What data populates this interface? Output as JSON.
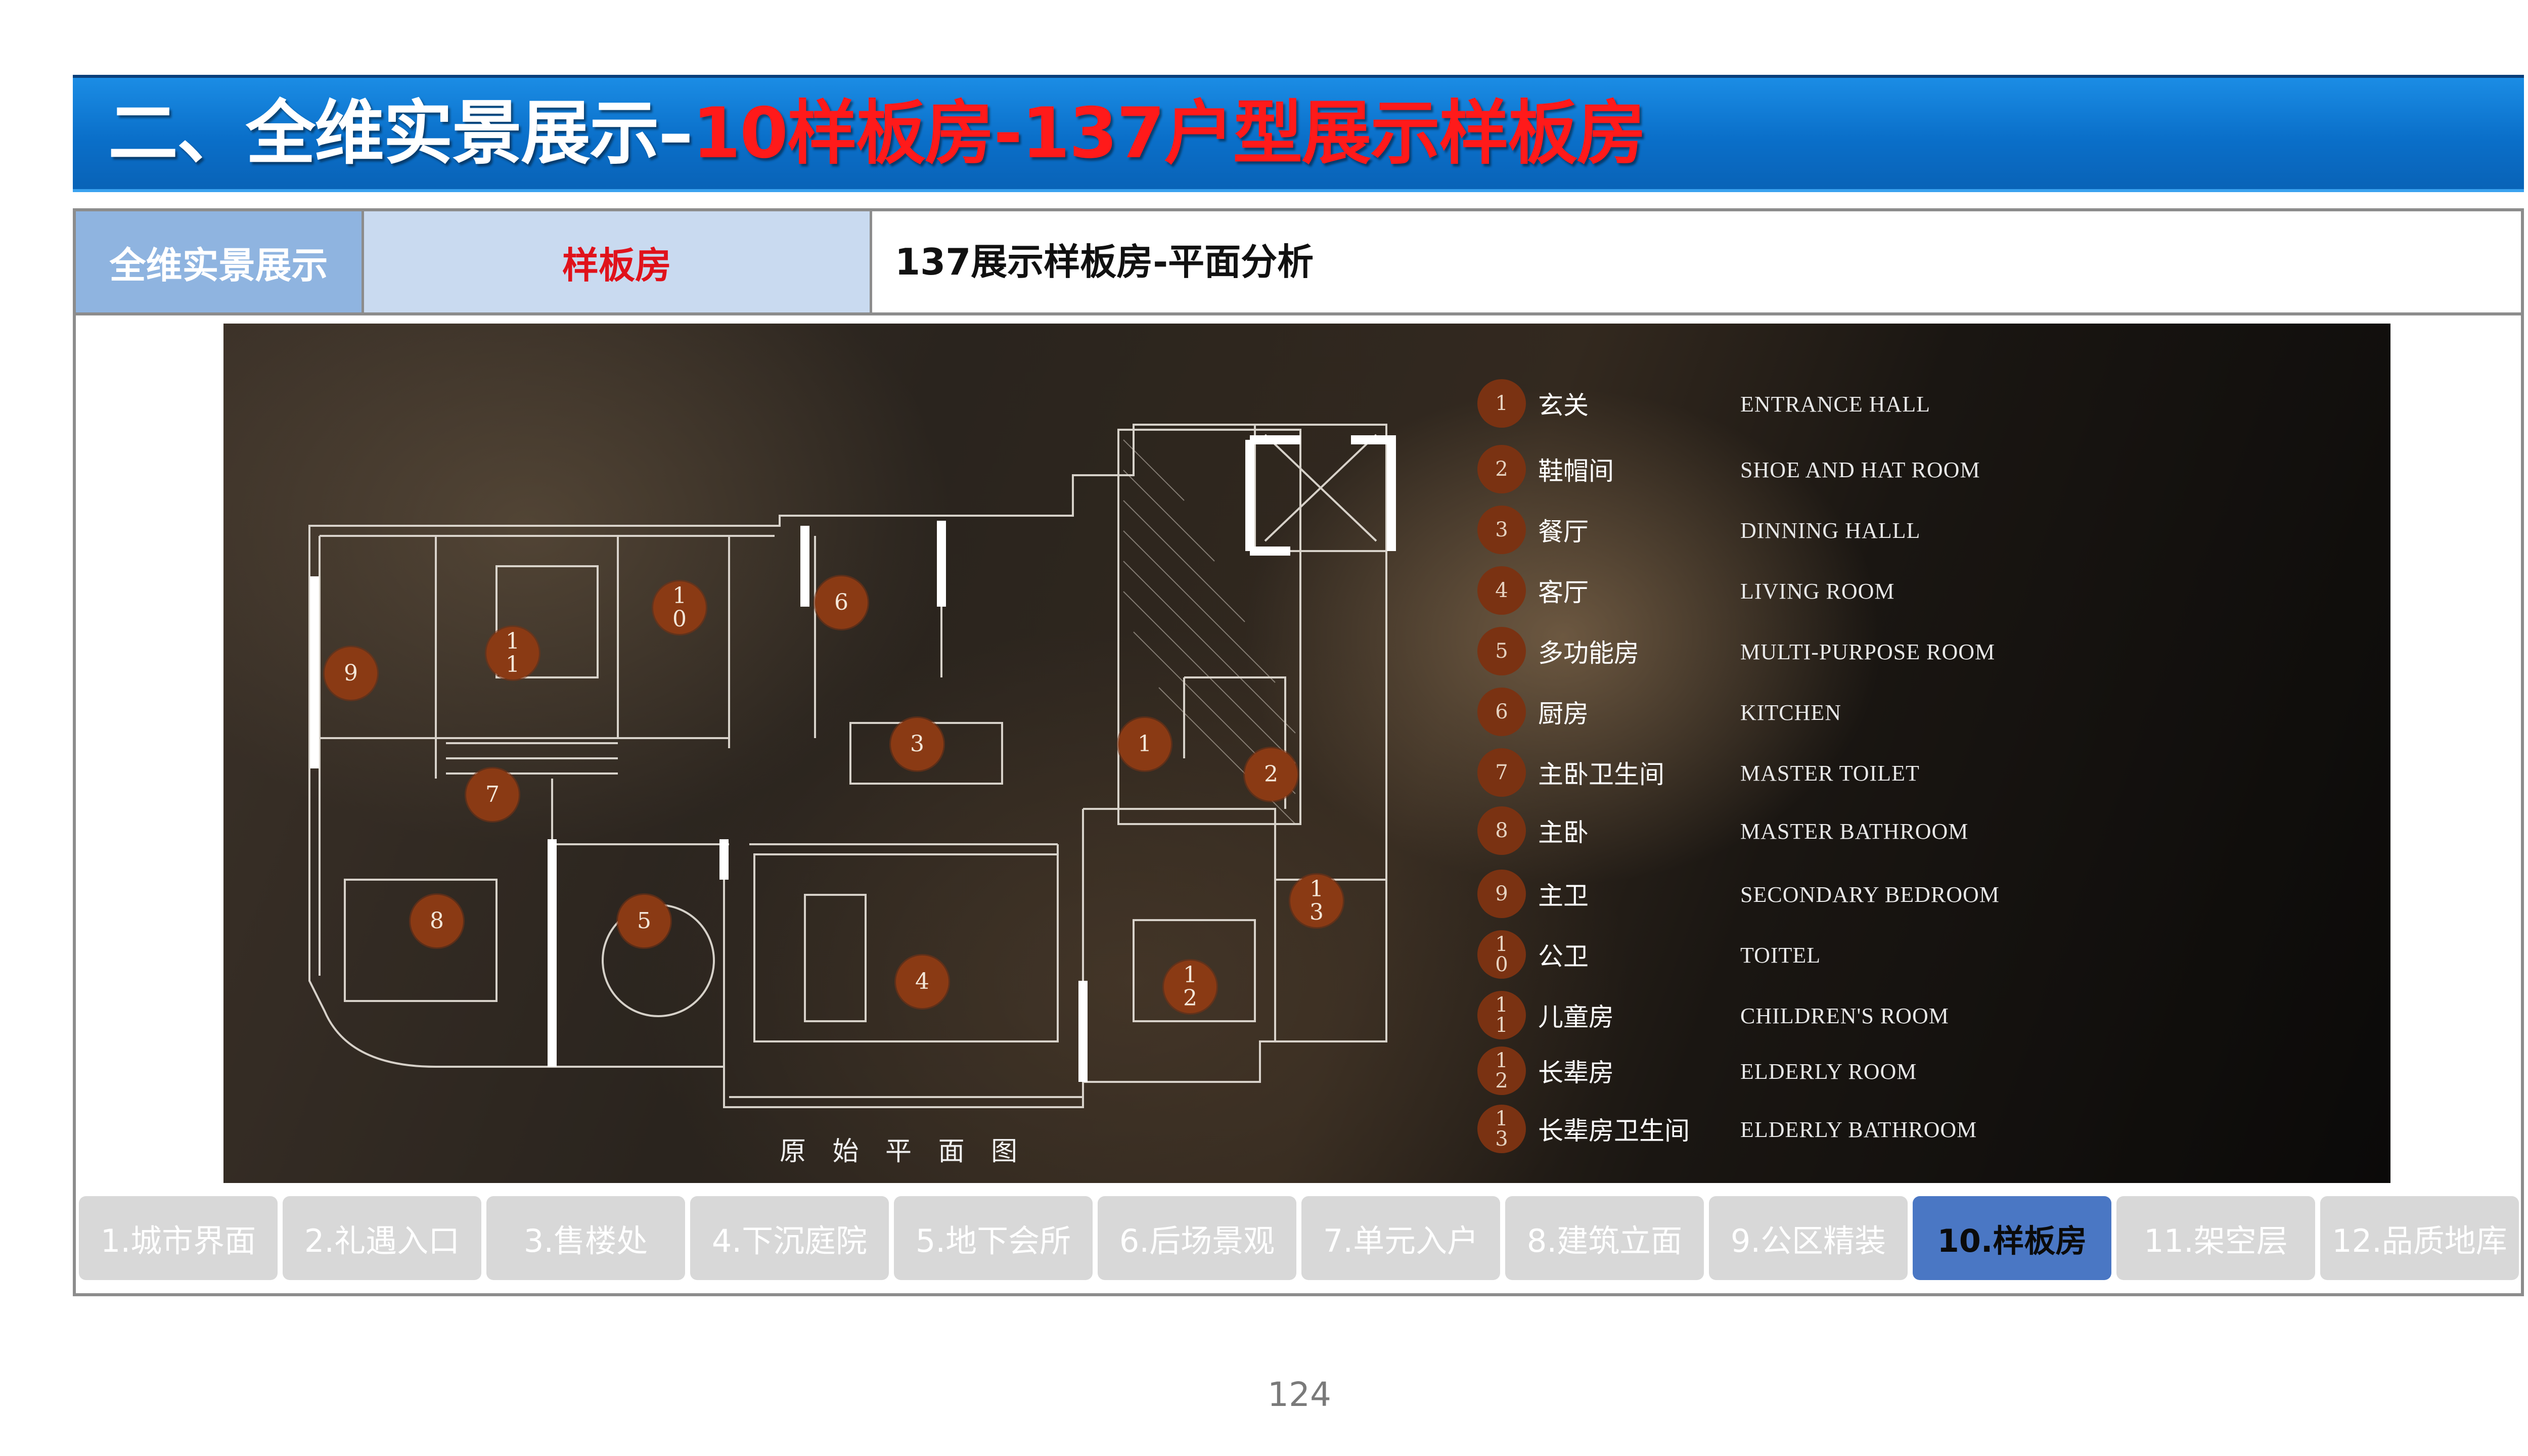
{
  "banner": {
    "title_white": "二、全维实景展示–",
    "title_red": "10样板房-137户型展示样板房"
  },
  "tabs": {
    "tab1": "全维实景展示",
    "tab2": "样板房",
    "tab3": "137展示样板房-平面分析"
  },
  "plan": {
    "caption": "原 始 平 面 图",
    "markers": [
      {
        "top": "1",
        "bottom": "1"
      },
      {
        "top": "1",
        "bottom": "0"
      },
      {
        "top": "6",
        "bottom": ""
      },
      {
        "top": "9",
        "bottom": ""
      },
      {
        "top": "3",
        "bottom": ""
      },
      {
        "top": "1",
        "bottom": ""
      },
      {
        "top": "2",
        "bottom": ""
      },
      {
        "top": "7",
        "bottom": ""
      },
      {
        "top": "8",
        "bottom": ""
      },
      {
        "top": "5",
        "bottom": ""
      },
      {
        "top": "4",
        "bottom": ""
      },
      {
        "top": "1",
        "bottom": "3"
      },
      {
        "top": "1",
        "bottom": "2"
      }
    ]
  },
  "legend": [
    {
      "num_top": "1",
      "num_bottom": "",
      "cn": "玄关",
      "en": "ENTRANCE HALL"
    },
    {
      "num_top": "2",
      "num_bottom": "",
      "cn": "鞋帽间",
      "en": "SHOE AND HAT ROOM"
    },
    {
      "num_top": "3",
      "num_bottom": "",
      "cn": "餐厅",
      "en": "DINNING HALLL"
    },
    {
      "num_top": "4",
      "num_bottom": "",
      "cn": "客厅",
      "en": "LIVING ROOM"
    },
    {
      "num_top": "5",
      "num_bottom": "",
      "cn": "多功能房",
      "en": "MULTI-PURPOSE ROOM"
    },
    {
      "num_top": "6",
      "num_bottom": "",
      "cn": "厨房",
      "en": "KITCHEN"
    },
    {
      "num_top": "7",
      "num_bottom": "",
      "cn": "主卧卫生间",
      "en": "MASTER TOILET"
    },
    {
      "num_top": "8",
      "num_bottom": "",
      "cn": "主卧",
      "en": "MASTER BATHROOM"
    },
    {
      "num_top": "9",
      "num_bottom": "",
      "cn": "主卫",
      "en": "SECONDARY BEDROOM"
    },
    {
      "num_top": "1",
      "num_bottom": "0",
      "cn": "公卫",
      "en": "TOITEL"
    },
    {
      "num_top": "1",
      "num_bottom": "1",
      "cn": "儿童房",
      "en": "CHILDREN'S ROOM"
    },
    {
      "num_top": "1",
      "num_bottom": "2",
      "cn": "长辈房",
      "en": "ELDERLY ROOM"
    },
    {
      "num_top": "1",
      "num_bottom": "3",
      "cn": "长辈房卫生间",
      "en": "ELDERLY BATHROOM"
    }
  ],
  "nav": [
    {
      "label": "1.城市界面",
      "active": false
    },
    {
      "label": "2.礼遇入口",
      "active": false
    },
    {
      "label": "3.售楼处",
      "active": false
    },
    {
      "label": "4.下沉庭院",
      "active": false
    },
    {
      "label": "5.地下会所",
      "active": false
    },
    {
      "label": "6.后场景观",
      "active": false
    },
    {
      "label": "7.单元入户",
      "active": false
    },
    {
      "label": "8.建筑立面",
      "active": false
    },
    {
      "label": "9.公区精装",
      "active": false
    },
    {
      "label": "10.样板房",
      "active": true
    },
    {
      "label": "11.架空层",
      "active": false
    },
    {
      "label": "12.品质地库",
      "active": false
    }
  ],
  "page_number": "124"
}
